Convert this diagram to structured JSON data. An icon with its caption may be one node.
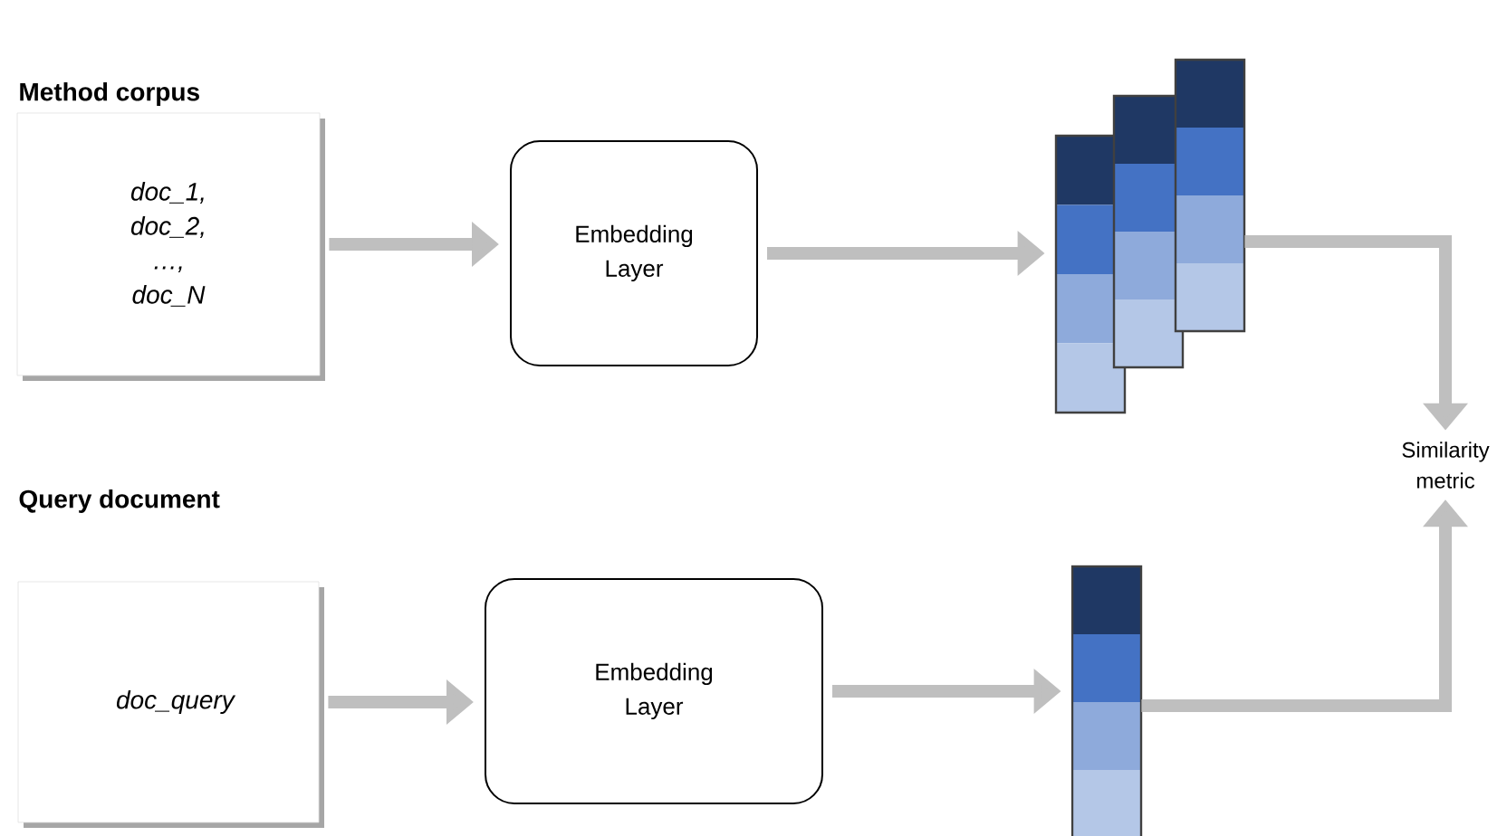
{
  "diagram": {
    "nodes": [
      {
        "text": [
          "doc_1, doc_2, …, doc_N"
        ]
      },
      {
        "text": [
          "Embedding Layer"
        ]
      },
      {
        "text": [],
        "shape": "bar"
      },
      {
        "text": [
          "Similarity metric"
        ]
      },
      {
        "text": [
          "doc_query"
        ]
      },
      {
        "text": [
          "Embedding Layer"
        ]
      },
      {
        "text": [],
        "shape": "bar"
      }
    ],
    "edges": [
      {
        "from": 0,
        "to": 1,
        "arrow": "to"
      },
      {
        "from": 1,
        "to": 2,
        "arrow": "to"
      },
      {
        "from": 2,
        "to": 3,
        "arrow": "to"
      },
      {
        "from": 4,
        "to": 5,
        "arrow": "to"
      },
      {
        "from": 5,
        "to": 6,
        "arrow": "to"
      },
      {
        "from": 6,
        "to": 3,
        "arrow": "to"
      }
    ],
    "labels": [
      "Method corpus",
      "Query document"
    ]
  }
}
